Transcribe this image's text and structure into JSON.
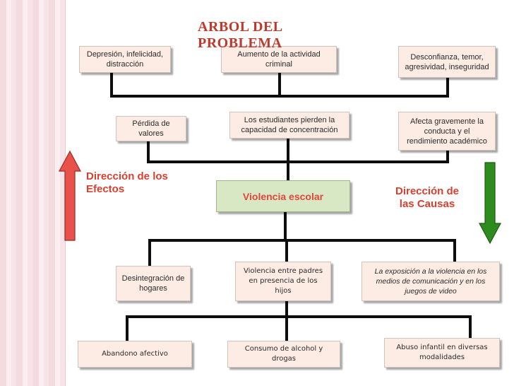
{
  "title": "ARBOL DEL PROBLEMA",
  "effects_label": "Dirección de los Efectos",
  "causes_label": "Dirección de las Causas",
  "center": "Violencia escolar",
  "effects_top": [
    "Depresión, infelicidad, distracción",
    "Aumento de la actividad criminal",
    "Desconfianza, temor, agresividad, inseguridad"
  ],
  "effects_mid": [
    "Pérdida de valores",
    "Los estudiantes pierden la capacidad de concentración",
    "Afecta gravemente la conducta y el rendimiento académico"
  ],
  "causes_mid": [
    "Desintegración de hogares",
    "Violencia entre padres en presencia de los hijos",
    "La exposición a la violencia en los medios de comunicación y en los juegos de video"
  ],
  "causes_bottom": [
    "Abandono afectivo",
    "Consumo de alcohol y drogas",
    "Abuso infantil en diversas modalidades"
  ],
  "colors": {
    "effects_arrow": "#e8524a",
    "causes_arrow": "#2e8b1e",
    "title": "#c0392b",
    "center_fill": "#d8e8c4"
  }
}
